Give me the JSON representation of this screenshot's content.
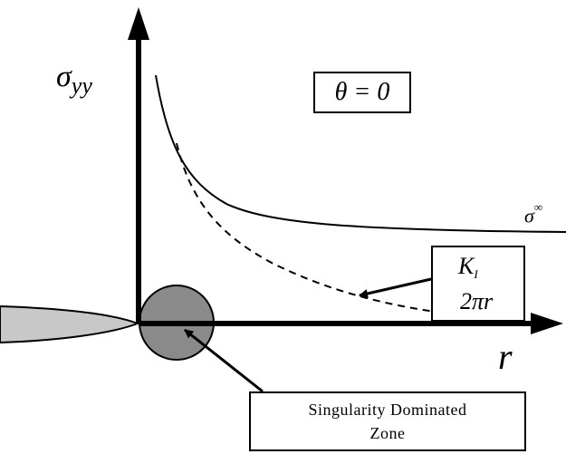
{
  "y_axis_label": {
    "main": "σ",
    "subscript": "yy"
  },
  "x_axis_label": "r",
  "theta_label": "θ = 0",
  "far_field_label": {
    "main": "σ",
    "superscript": "∞"
  },
  "ki_formula": {
    "numerator": "K",
    "numerator_subscript": "I",
    "denominator": "2πr"
  },
  "zone_label": {
    "line1": "Singularity Dominated",
    "line2": "Zone"
  }
}
